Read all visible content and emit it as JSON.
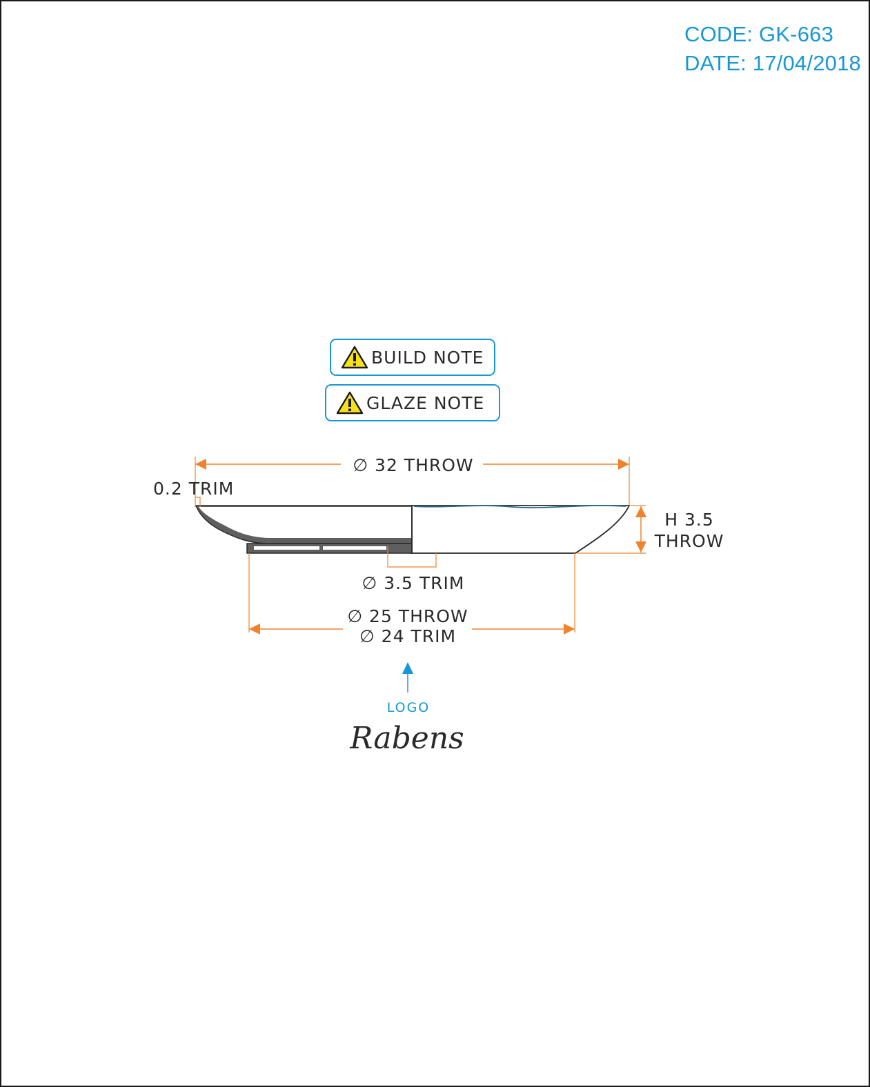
{
  "header": {
    "code": "CODE: GK-663",
    "date": "DATE: 17/04/2018"
  },
  "notes": {
    "build": "BUILD NOTE",
    "glaze": "GLAZE NOTE"
  },
  "dimensions": {
    "rim_diameter": "∅ 32 THROW",
    "rim_thickness": "0.2 TRIM",
    "height_line1": "H 3.5",
    "height_line2": "THROW",
    "foot_hole": "∅ 3.5 TRIM",
    "foot_throw": "∅ 25 THROW",
    "foot_trim": "∅ 24 TRIM"
  },
  "logo": {
    "caption": "LOGO",
    "brand": "Rabens"
  },
  "colors": {
    "accent_blue": "#1798d4",
    "dimension_orange": "#f0822d",
    "warning_yellow": "#f7e21a",
    "profile_gray": "#5f5f5f",
    "ink": "#2a2a2a"
  },
  "icons": {
    "note_icon": "warning-triangle-icon",
    "logo_pointer": "arrow-up-icon"
  }
}
